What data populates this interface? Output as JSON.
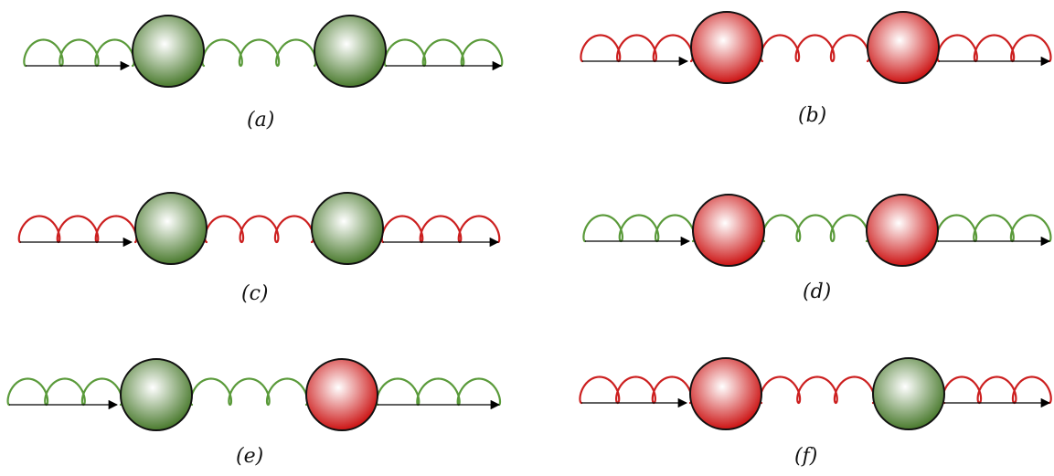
{
  "colors": {
    "green_dark": "#4a7a2e",
    "green_light": "#ffffff",
    "red_dark": "#cc1414",
    "red_light": "#ffffff",
    "spring_green": "#5a9a3a",
    "spring_red": "#cc1f1f",
    "arrow": "#000000"
  },
  "panels": [
    {
      "label": "(a)",
      "chain": [
        "green",
        "green"
      ],
      "springs": [
        "green",
        "green",
        "green"
      ]
    },
    {
      "label": "(b)",
      "chain": [
        "red",
        "red"
      ],
      "springs": [
        "red",
        "red",
        "red"
      ]
    },
    {
      "label": "(c)",
      "chain": [
        "green",
        "green"
      ],
      "springs": [
        "red",
        "red",
        "red"
      ]
    },
    {
      "label": "(d)",
      "chain": [
        "red",
        "red"
      ],
      "springs": [
        "green",
        "green",
        "green"
      ]
    },
    {
      "label": "(e)",
      "chain": [
        "green",
        "red"
      ],
      "springs": [
        "green",
        "green",
        "green"
      ]
    },
    {
      "label": "(f)",
      "chain": [
        "red",
        "green"
      ],
      "springs": [
        "red",
        "red",
        "red"
      ]
    }
  ]
}
